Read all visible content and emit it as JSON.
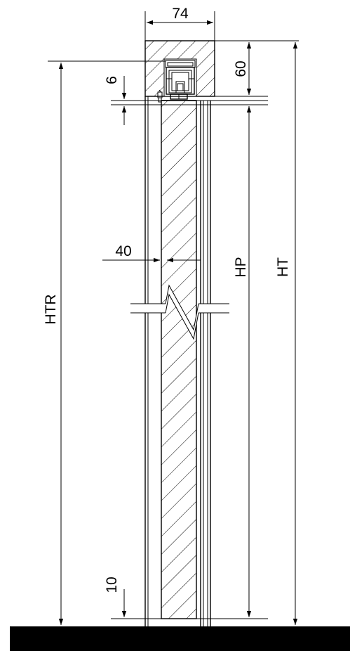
{
  "dimensions": {
    "top_width": "74",
    "track_height": "60",
    "top_gap": "6",
    "panel_thickness": "40",
    "bottom_gap": "10",
    "panel_height": "HP",
    "total_height": "HT",
    "rail_height": "HTR"
  },
  "colors": {
    "line": "#000000",
    "background": "#ffffff",
    "floor": "#000000"
  }
}
